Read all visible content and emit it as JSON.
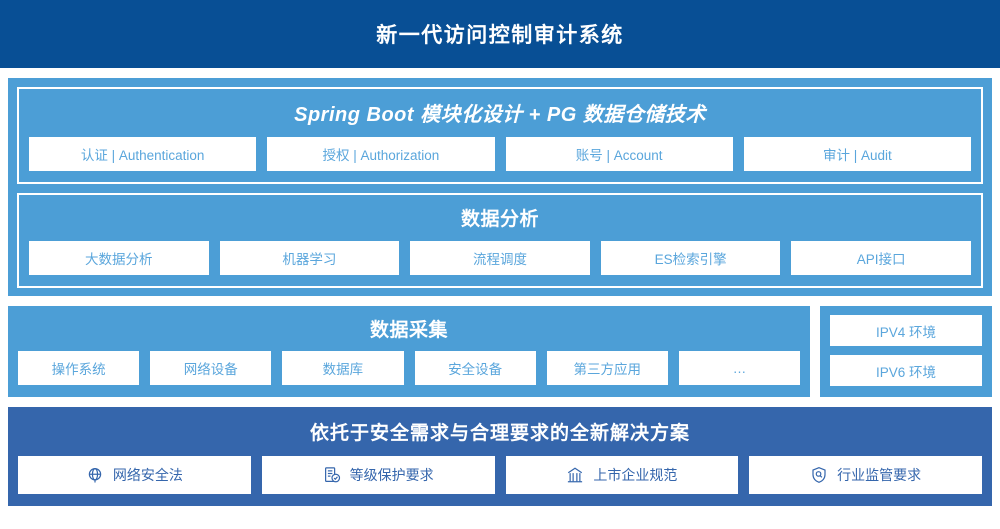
{
  "header": {
    "title": "新一代访问控制审计系统",
    "bg_color": "#084f95"
  },
  "theme": {
    "panel_blue": "#4c9ed6",
    "deep_blue": "#3566ac",
    "navy": "#084f95",
    "card_text": "#5aa6dc"
  },
  "platform": {
    "title": "Spring Boot 模块化设计 + PG 数据仓储技术",
    "cards": [
      {
        "label": "认证 | Authentication"
      },
      {
        "label": "授权 | Authorization"
      },
      {
        "label": "账号 | Account"
      },
      {
        "label": "审计 | Audit"
      }
    ]
  },
  "analysis": {
    "title": "数据分析",
    "cards": [
      {
        "label": "大数据分析"
      },
      {
        "label": "机器学习"
      },
      {
        "label": "流程调度"
      },
      {
        "label": "ES检索引擎"
      },
      {
        "label": "API接口"
      }
    ]
  },
  "collection": {
    "title": "数据采集",
    "cards": [
      {
        "label": "操作系统"
      },
      {
        "label": "网络设备"
      },
      {
        "label": "数据库"
      },
      {
        "label": "安全设备"
      },
      {
        "label": "第三方应用"
      },
      {
        "label": "…"
      }
    ],
    "environments": [
      {
        "label": "IPV4 环境"
      },
      {
        "label": "IPV6 环境"
      }
    ]
  },
  "compliance": {
    "title": "依托于安全需求与合理要求的全新解决方案",
    "cards": [
      {
        "label": "网络安全法",
        "icon": "globe-icon"
      },
      {
        "label": "等级保护要求",
        "icon": "document-check-icon"
      },
      {
        "label": "上市企业规范",
        "icon": "bank-icon"
      },
      {
        "label": "行业监管要求",
        "icon": "shield-search-icon"
      }
    ]
  }
}
